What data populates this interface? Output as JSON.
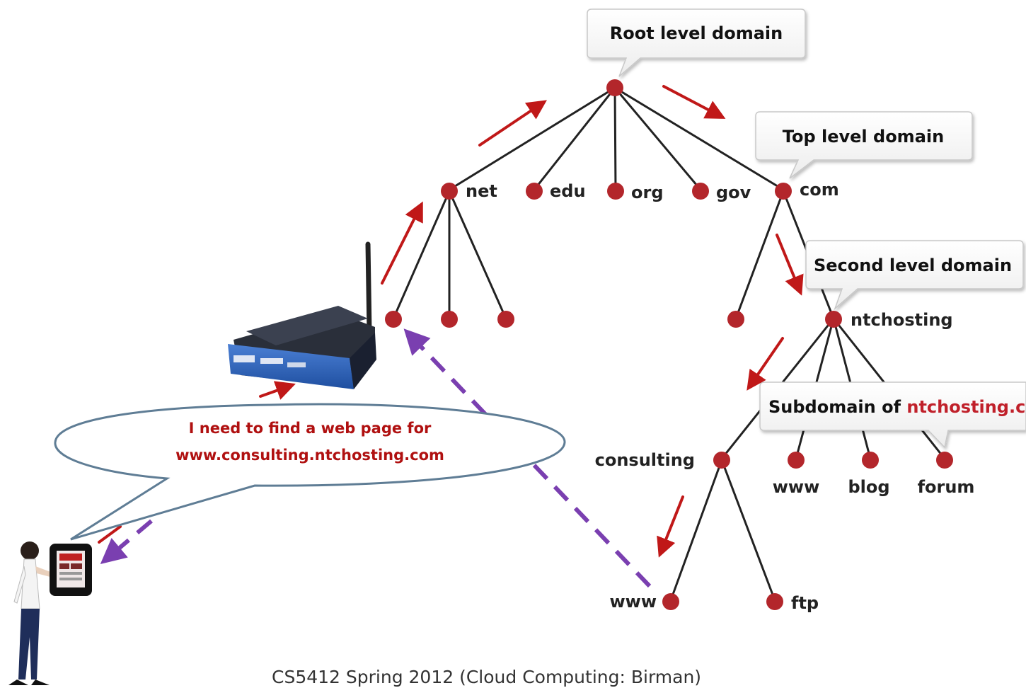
{
  "diagram": {
    "callouts": {
      "root": "Root level domain",
      "top": "Top level domain",
      "second": "Second level domain",
      "subdomain_prefix": "Subdomain of ",
      "subdomain_highlight": "ntchosting.com"
    },
    "nodes": {
      "net": "net",
      "edu": "edu",
      "org": "org",
      "gov": "gov",
      "com": "com",
      "ntchosting": "ntchosting",
      "consulting": "consulting",
      "www_sub": "www",
      "blog": "blog",
      "forum": "forum",
      "www_leaf": "www",
      "ftp": "ftp"
    },
    "speech_bubble": {
      "line1": "I need to find a web page for",
      "line2": "www.consulting.ntchosting.com"
    },
    "colors": {
      "node": "#b3262b",
      "forward_arrow": "#c01818",
      "return_arrow": "#7a3fb0",
      "highlight_text": "#c0202a"
    }
  },
  "footer": "CS5412 Spring 2012 (Cloud Computing: Birman)"
}
